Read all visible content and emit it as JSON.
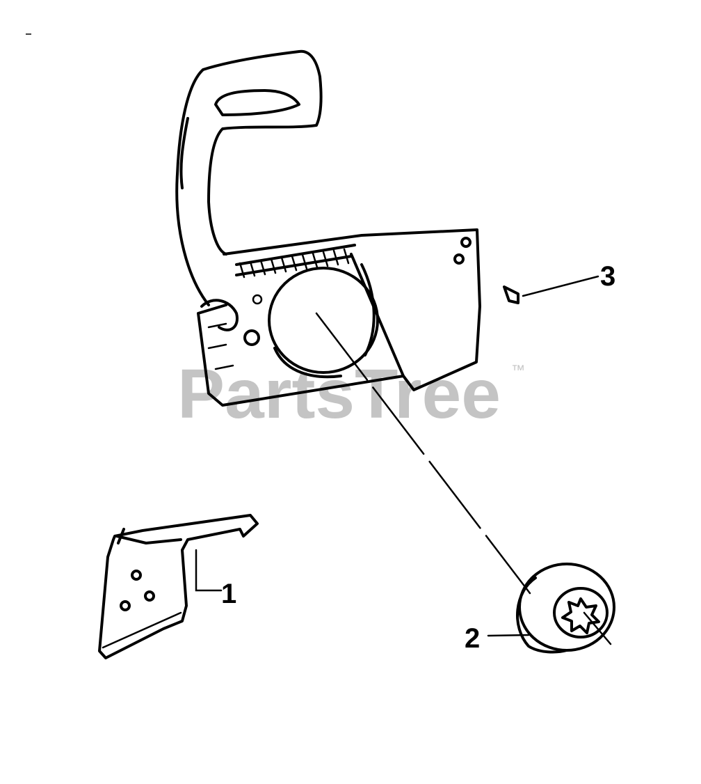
{
  "diagram": {
    "watermark": "PartsTree",
    "trademark": "™",
    "callouts": [
      {
        "label": "1",
        "part": "bracket"
      },
      {
        "label": "2",
        "part": "clutch-drum"
      },
      {
        "label": "3",
        "part": "screw"
      }
    ]
  }
}
